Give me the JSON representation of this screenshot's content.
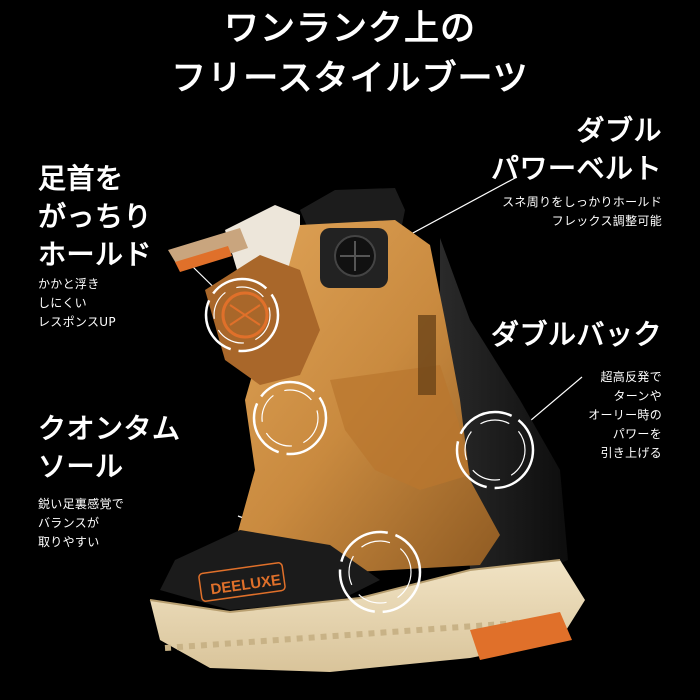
{
  "headline": {
    "line1": "ワンランク上の",
    "line2": "フリースタイルブーツ"
  },
  "features": {
    "double_power_belt": {
      "title_line1": "ダブル",
      "title_line2": "パワーベルト",
      "desc_line1": "スネ周りをしっかりホールド",
      "desc_line2": "フレックス調整可能"
    },
    "ankle_hold": {
      "title_line1": "足首を",
      "title_line2": "がっちり",
      "title_line3": "ホールド",
      "desc_line1": "かかと浮き",
      "desc_line2": "しにくい",
      "desc_line3": "レスポンスUP"
    },
    "double_back": {
      "title": "ダブルバック",
      "desc_line1": "超高反発で",
      "desc_line2": "ターンや",
      "desc_line3": "オーリー時の",
      "desc_line4": "パワーを",
      "desc_line5": "引き上げる"
    },
    "quantum_sole": {
      "title_line1": "クオンタム",
      "title_line2": "ソール",
      "desc_line1": "鋭い足裏感覚で",
      "desc_line2": "バランスが",
      "desc_line3": "取りやすい"
    }
  },
  "boot": {
    "brand_logo_text": "DEELUXE",
    "colors": {
      "background": "#000000",
      "leather": "#C98A3F",
      "leather_dark": "#8E5A22",
      "sole": "#E8D7B4",
      "accent_orange": "#E0702A",
      "black": "#1A1A1A"
    }
  }
}
